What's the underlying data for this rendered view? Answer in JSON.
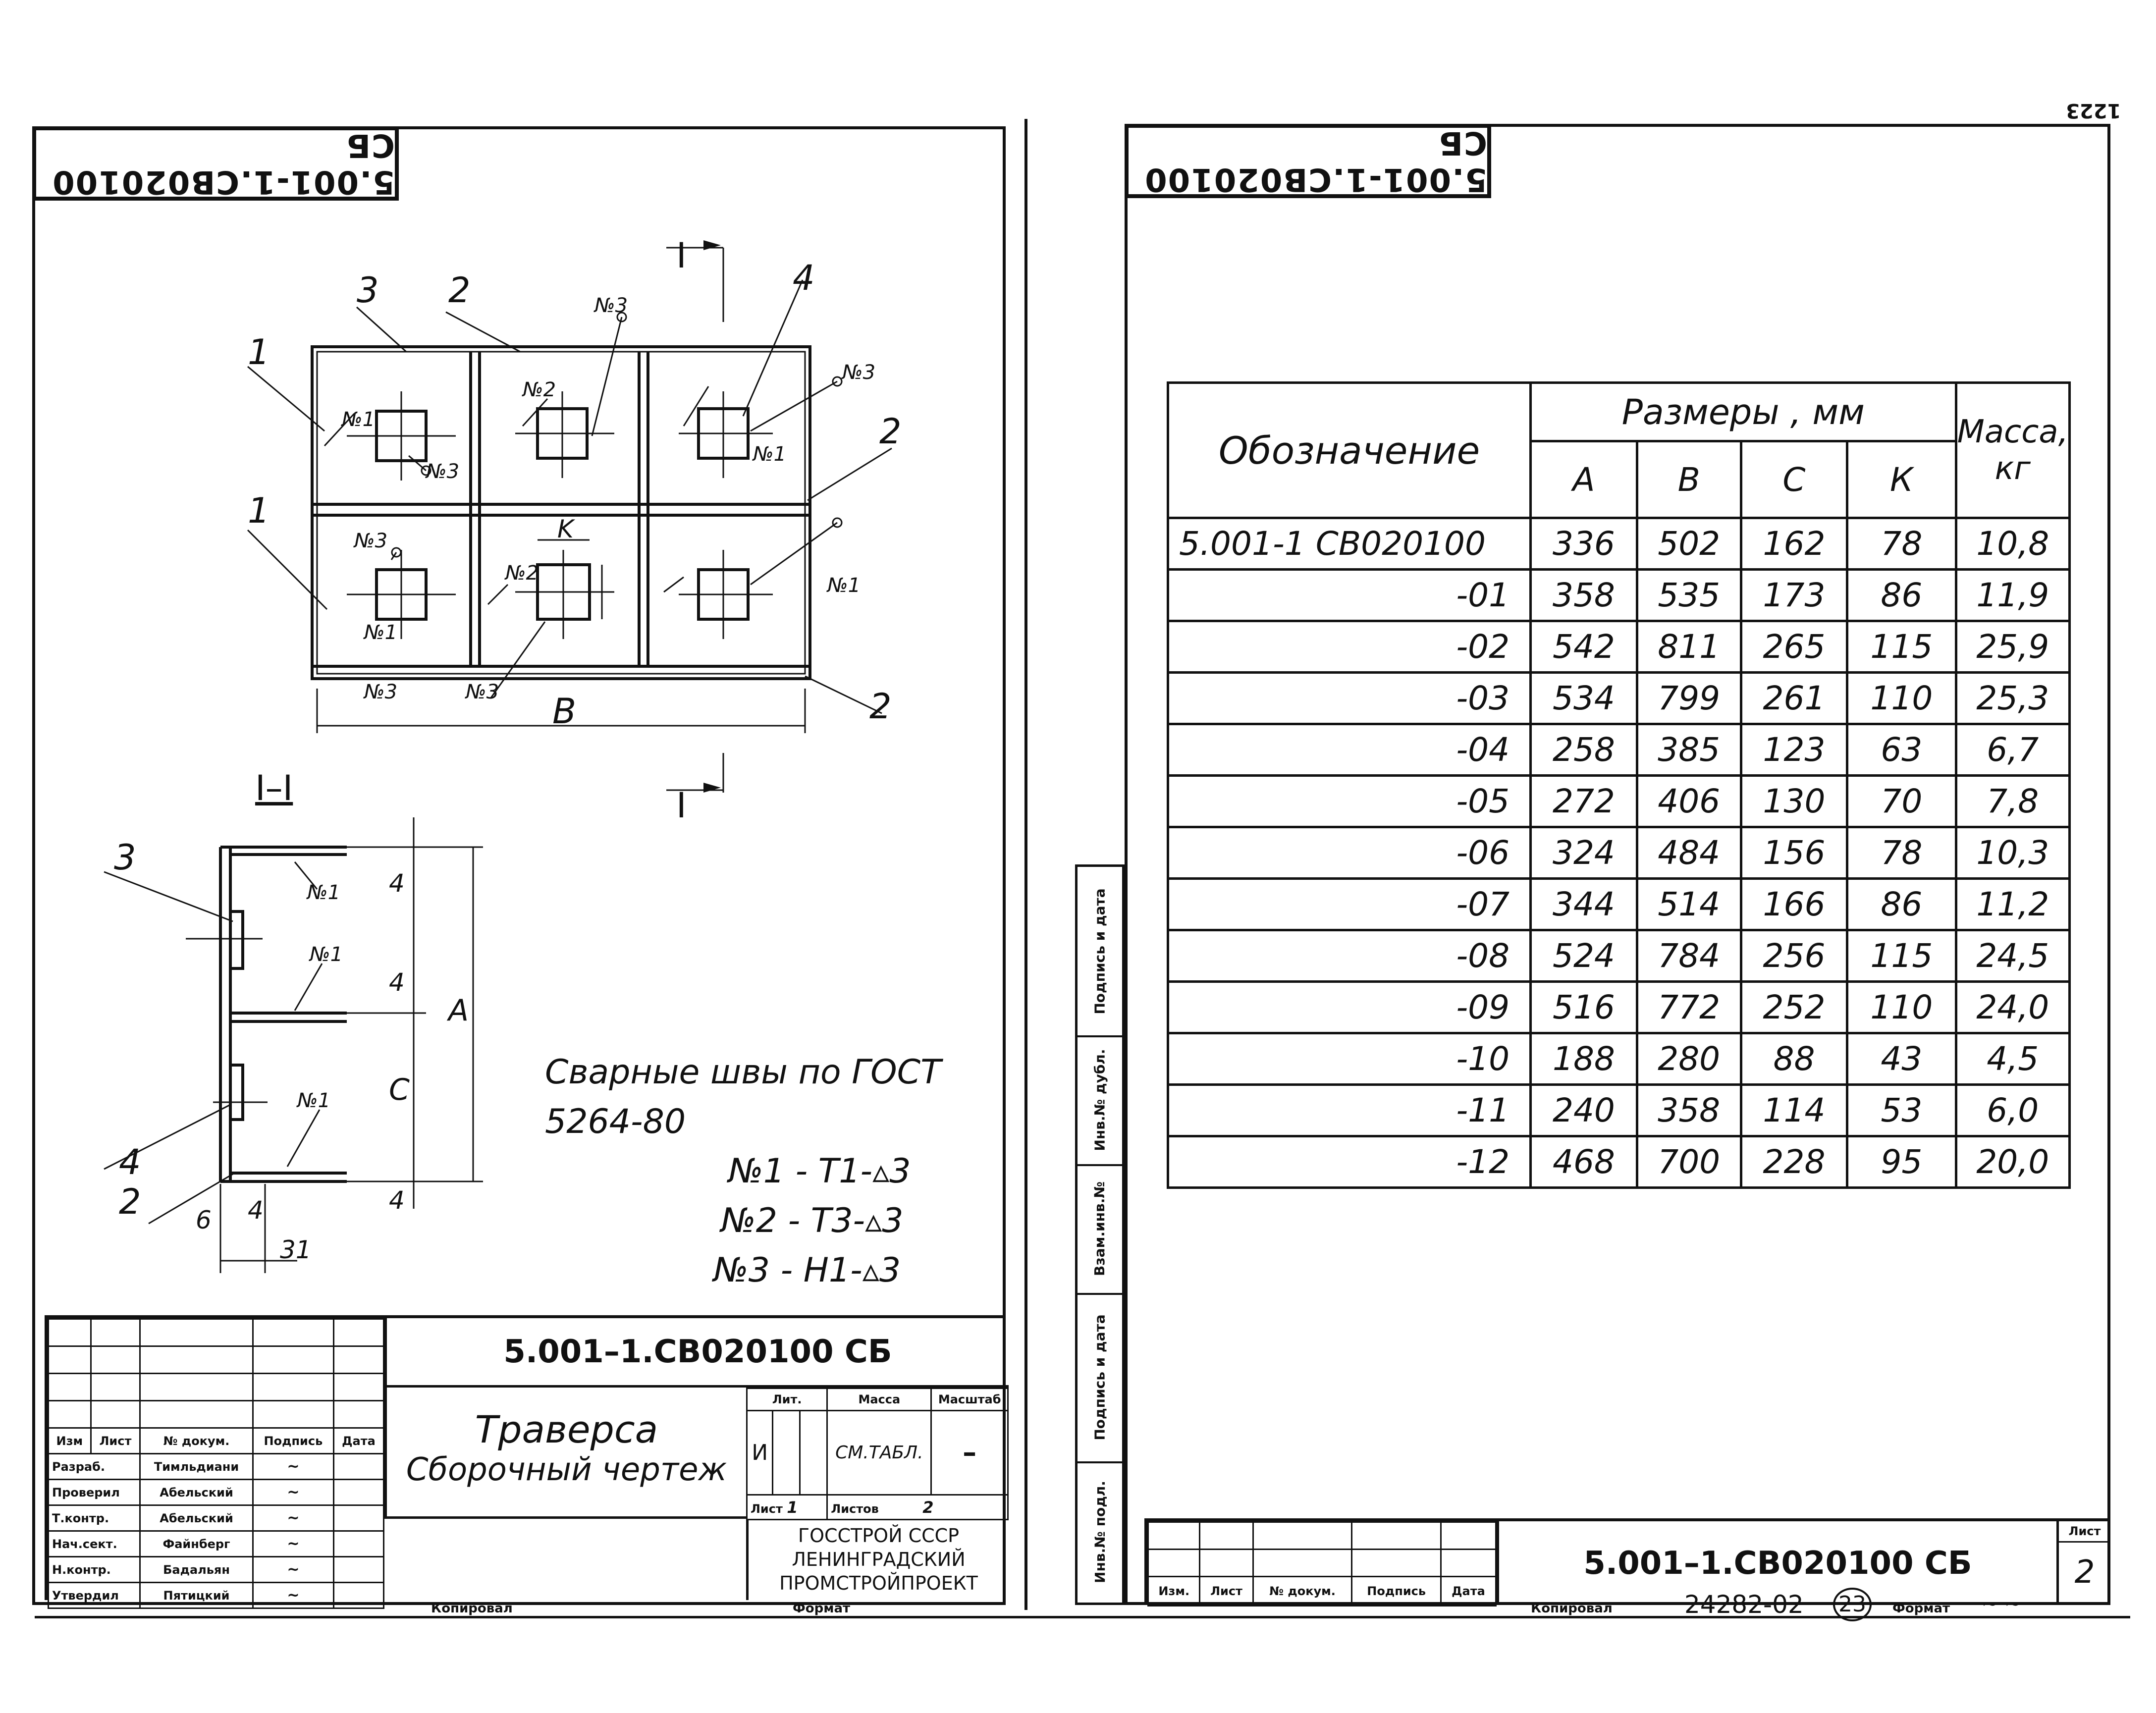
{
  "left_sheet": {
    "code_mirrored": "5.001-1.СВ020100 СБ",
    "drawing": {
      "positions": [
        "1",
        "2",
        "3",
        "4",
        "1",
        "2",
        "2"
      ],
      "weld_marks": [
        "№1",
        "№2",
        "№3"
      ],
      "dim_B": "B",
      "dim_K": "K",
      "section_mark": "I",
      "section_title": "I–I",
      "section_dims": {
        "A": "A",
        "C": "C",
        "d4": "4",
        "d6": "6",
        "d31": "31"
      },
      "section_positions": [
        "3",
        "4",
        "2"
      ]
    },
    "welds_note": {
      "title": "Сварные швы по ГОСТ 5264-80",
      "lines": [
        "№1 - Т1-▵3",
        "№2 - Т3-▵3",
        "№3 - Н1-▵3"
      ]
    },
    "title_block": {
      "code": "5.001–1.СВ020100 СБ",
      "name": "Траверса",
      "subtitle": "Сборочный чертеж",
      "headers": [
        "Изм",
        "Лист",
        "№ докум.",
        "Подпись",
        "Дата"
      ],
      "roles": [
        "Разраб.",
        "Проверил",
        "Т.контр.",
        "Нач.сект.",
        "Н.контр.",
        "Утвердил"
      ],
      "persons": [
        "Тимльдиани",
        "Абельский",
        "Абельский",
        "Файнберг",
        "Бадальян",
        "Пятицкий"
      ],
      "lit_label": "Лит.",
      "mass_label": "Масса",
      "scale_label": "Масштаб",
      "lit_value": "И",
      "mass_value": "СМ.ТАБЛ.",
      "scale_value": "–",
      "sheet_label": "Лист",
      "sheet_value": "1",
      "sheets_label": "Листов",
      "sheets_value": "2",
      "org_lines": [
        "ГОССТРОЙ СССР",
        "ЛЕНИНГРАДСКИЙ",
        "ПРОМСТРОЙПРОЕКТ"
      ],
      "copied_label": "Копировал",
      "format_label": "Формат"
    }
  },
  "right_sheet": {
    "code_mirrored": "5.001-1.СВ020100 СБ",
    "corner_number": "1223",
    "table": {
      "header_designation": "Обозначение",
      "header_sizes": "Размеры , мм",
      "header_mass": "Масса, кг",
      "col_A": "А",
      "col_B": "В",
      "col_C": "С",
      "col_K": "К",
      "rows": [
        {
          "d": "5.001-1 СВ020100",
          "A": "336",
          "B": "502",
          "C": "162",
          "K": "78",
          "m": "10,8"
        },
        {
          "d": "-01",
          "A": "358",
          "B": "535",
          "C": "173",
          "K": "86",
          "m": "11,9"
        },
        {
          "d": "-02",
          "A": "542",
          "B": "811",
          "C": "265",
          "K": "115",
          "m": "25,9"
        },
        {
          "d": "-03",
          "A": "534",
          "B": "799",
          "C": "261",
          "K": "110",
          "m": "25,3"
        },
        {
          "d": "-04",
          "A": "258",
          "B": "385",
          "C": "123",
          "K": "63",
          "m": "6,7"
        },
        {
          "d": "-05",
          "A": "272",
          "B": "406",
          "C": "130",
          "K": "70",
          "m": "7,8"
        },
        {
          "d": "-06",
          "A": "324",
          "B": "484",
          "C": "156",
          "K": "78",
          "m": "10,3"
        },
        {
          "d": "-07",
          "A": "344",
          "B": "514",
          "C": "166",
          "K": "86",
          "m": "11,2"
        },
        {
          "d": "-08",
          "A": "524",
          "B": "784",
          "C": "256",
          "K": "115",
          "m": "24,5"
        },
        {
          "d": "-09",
          "A": "516",
          "B": "772",
          "C": "252",
          "K": "110",
          "m": "24,0"
        },
        {
          "d": "-10",
          "A": "188",
          "B": "280",
          "C": "88",
          "K": "43",
          "m": "4,5"
        },
        {
          "d": "-11",
          "A": "240",
          "B": "358",
          "C": "114",
          "K": "53",
          "m": "6,0"
        },
        {
          "d": "-12",
          "A": "468",
          "B": "700",
          "C": "228",
          "K": "95",
          "m": "20,0"
        }
      ]
    },
    "side_strip": [
      "Инв.№ подл.",
      "Подпись и дата",
      "Взам.инв.№",
      "Инв.№ дубл.",
      "Подпись и дата"
    ],
    "title_block": {
      "code": "5.001–1.СВ020100 СБ",
      "headers": [
        "Изм.",
        "Лист",
        "№ докум.",
        "Подпись",
        "Дата"
      ],
      "sheet_label": "Лист",
      "sheet_value": "2",
      "copied_label": "Копировал",
      "archive_number": "24282-02",
      "circled": "23",
      "format_label": "Формат"
    }
  }
}
